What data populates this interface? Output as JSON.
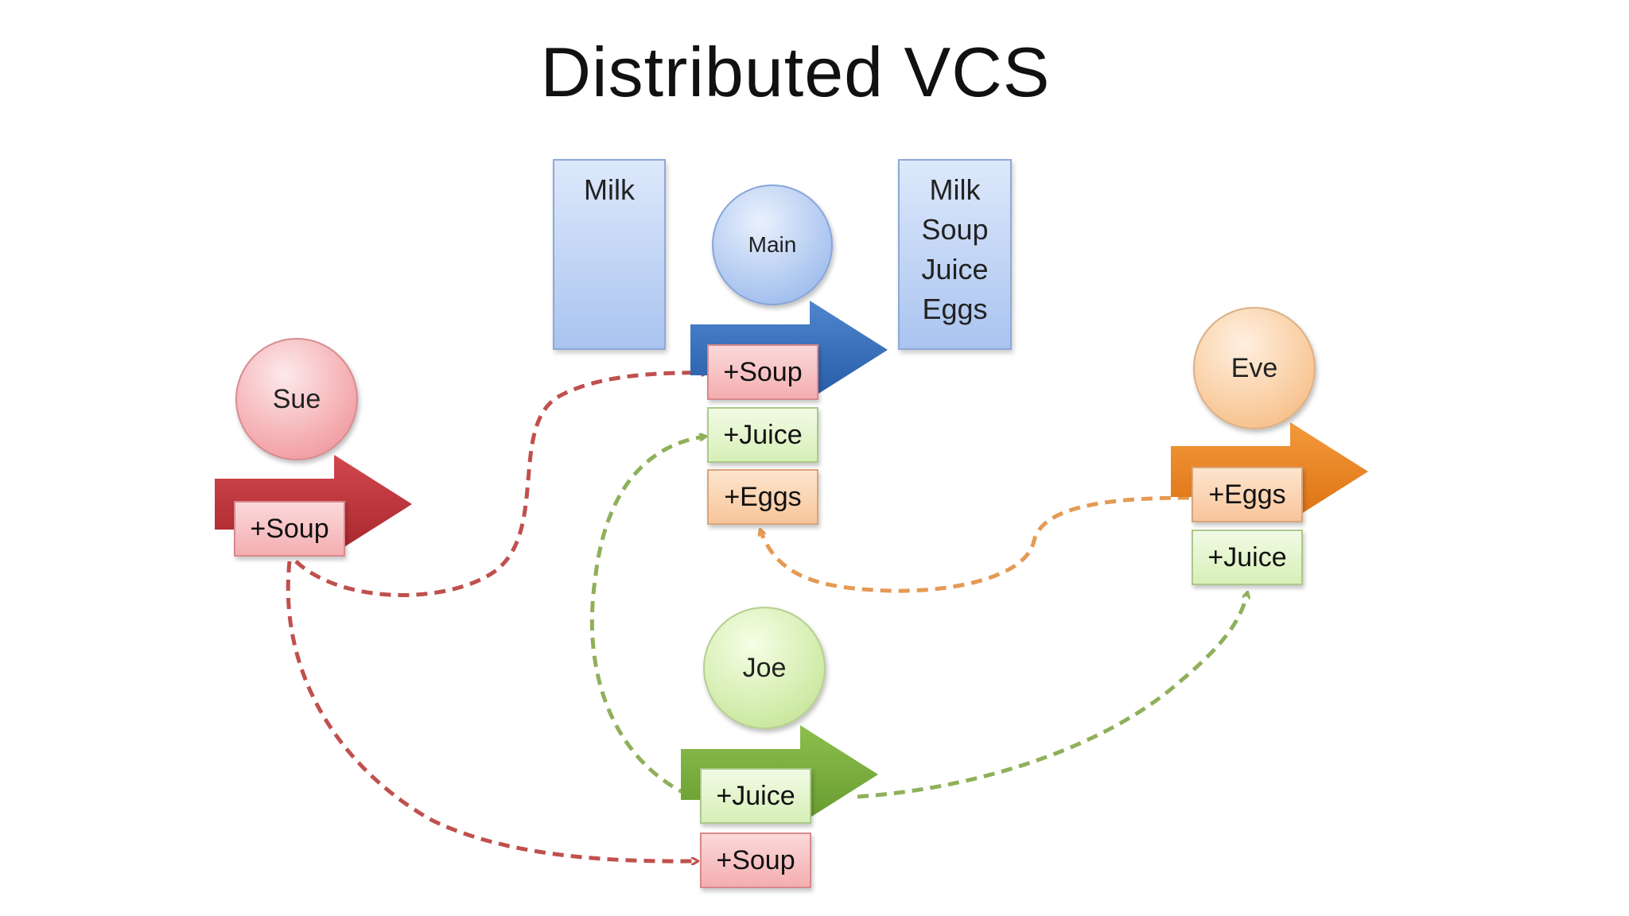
{
  "title": "Distributed VCS",
  "repositories": {
    "main": {
      "name": "Main",
      "changes": [
        "+Soup",
        "+Juice",
        "+Eggs"
      ]
    },
    "sue": {
      "name": "Sue",
      "changes": [
        "+Soup"
      ]
    },
    "eve": {
      "name": "Eve",
      "changes": [
        "+Eggs",
        "+Juice"
      ]
    },
    "joe": {
      "name": "Joe",
      "changes": [
        "+Juice",
        "+Soup"
      ]
    }
  },
  "store_before": {
    "items": [
      "Milk"
    ]
  },
  "store_after": {
    "items": [
      "Milk",
      "Soup",
      "Juice",
      "Eggs"
    ]
  },
  "colors": {
    "main_arrow": "#2e67b2",
    "sue_arrow": "#c0333a",
    "eve_arrow": "#ea7d1c",
    "joe_arrow": "#76a83a",
    "red_link": "#c0504d",
    "green_link": "#8fb05a",
    "orange_link": "#e59a54"
  }
}
